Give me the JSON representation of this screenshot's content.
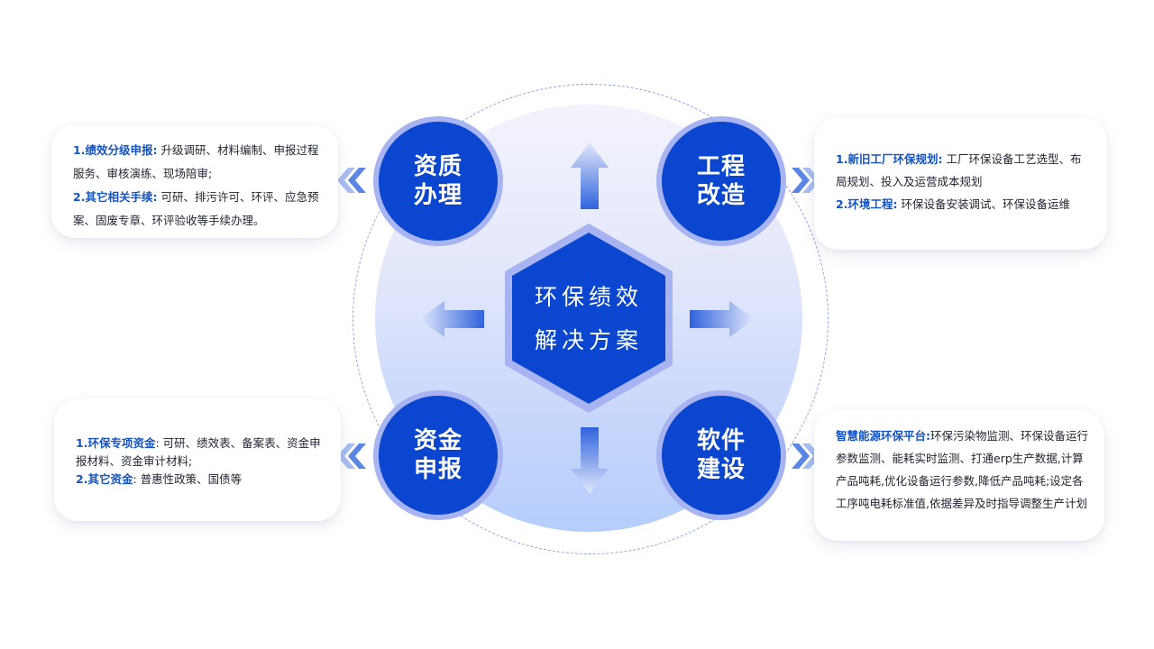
{
  "center": {
    "line1": "环保绩效",
    "line2": "解决方案"
  },
  "nodes": {
    "top_left": "资质办理",
    "top_right": "工程改造",
    "bottom_left": "资金申报",
    "bottom_right": "软件建设"
  },
  "cards": {
    "top_left": {
      "item1_key": "1.绩效分级申报:",
      "item1_text": "升级调研、材料编制、申报过程服务、审核演练、现场陪审;",
      "item2_key": "2.其它相关手续:",
      "item2_text": "可研、排污许可、环评、应急预案、固废专章、环评验收等手续办理。"
    },
    "top_right": {
      "item1_key": "1.新旧工厂环保规划:",
      "item1_text": "工厂环保设备工艺选型、布局规划、投入及运营成本规划",
      "item2_key": "2.环境工程:",
      "item2_text": "环保设备安装调试、环保设备运维"
    },
    "bottom_left": {
      "item1_key": "1.环保专项资金",
      "item1_text": ": 可研、绩效表、备案表、资金申报材料、资金审计材料;",
      "item2_key": "2.其它资金",
      "item2_text": ": 普惠性政策、国债等"
    },
    "bottom_right": {
      "item1_key": "智慧能源环保平台:",
      "item1_text": "环保污染物监测、环保设备运行参数监测、能耗实时监测、打通erp生产数据,计算产品吨耗,优化设备运行参数,降低产品吨耗;设定各工序吨电耗标准值,依据差异及时指导调整生产计划"
    }
  },
  "colors": {
    "primary": "#0a46cf",
    "node_ring": "#a7b4f1",
    "key_text": "#1453c4",
    "dash_ring": "#8fa2e8"
  },
  "icons": [
    "arrow-up-icon",
    "arrow-down-icon",
    "arrow-left-icon",
    "arrow-right-icon",
    "double-chevron-left-icon",
    "double-chevron-right-icon"
  ]
}
